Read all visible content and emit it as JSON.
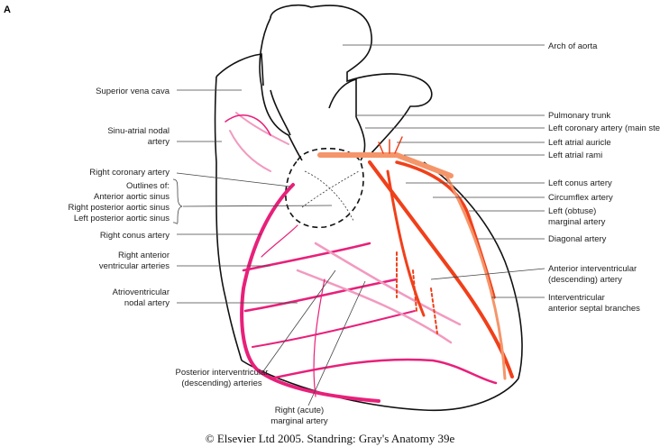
{
  "figure_letter": "A",
  "left_labels": {
    "svc": "Superior vena cava",
    "sa_nodal": [
      "Sinu-atrial nodal",
      "artery"
    ],
    "rca": "Right coronary artery",
    "outlines": [
      "Outlines of:",
      "Anterior aortic sinus",
      "Right posterior aortic sinus",
      "Left posterior aortic sinus"
    ],
    "right_conus": "Right conus artery",
    "right_ant_vent": [
      "Right anterior",
      "ventricular arteries"
    ],
    "av_nodal": [
      "Atrioventricular",
      "nodal artery"
    ]
  },
  "bottom_labels": {
    "post_iv": [
      "Posterior interventricular",
      "(descending) arteries"
    ],
    "right_marginal": [
      "Right (acute)",
      "marginal artery"
    ]
  },
  "right_labels": {
    "arch": "Arch of aorta",
    "pulm": "Pulmonary trunk",
    "lca": "Left coronary artery (main stem)",
    "auricle": "Left atrial auricle",
    "rami": "Left atrial rami",
    "left_conus": "Left conus artery",
    "circumflex": "Circumflex artery",
    "left_marginal": [
      "Left (obtuse)",
      "marginal artery"
    ],
    "diagonal": "Diagonal artery",
    "ant_iv": [
      "Anterior interventricular",
      "(descending) artery"
    ],
    "septal": [
      "Interventricular",
      "anterior septal branches"
    ]
  },
  "copyright": "© Elsevier Ltd 2005. Standring: Gray's Anatomy 39e",
  "colors": {
    "right_coronary": "#e8207a",
    "right_light": "#f29ac0",
    "left_coronary": "#f0401a",
    "left_light": "#f5956a"
  }
}
